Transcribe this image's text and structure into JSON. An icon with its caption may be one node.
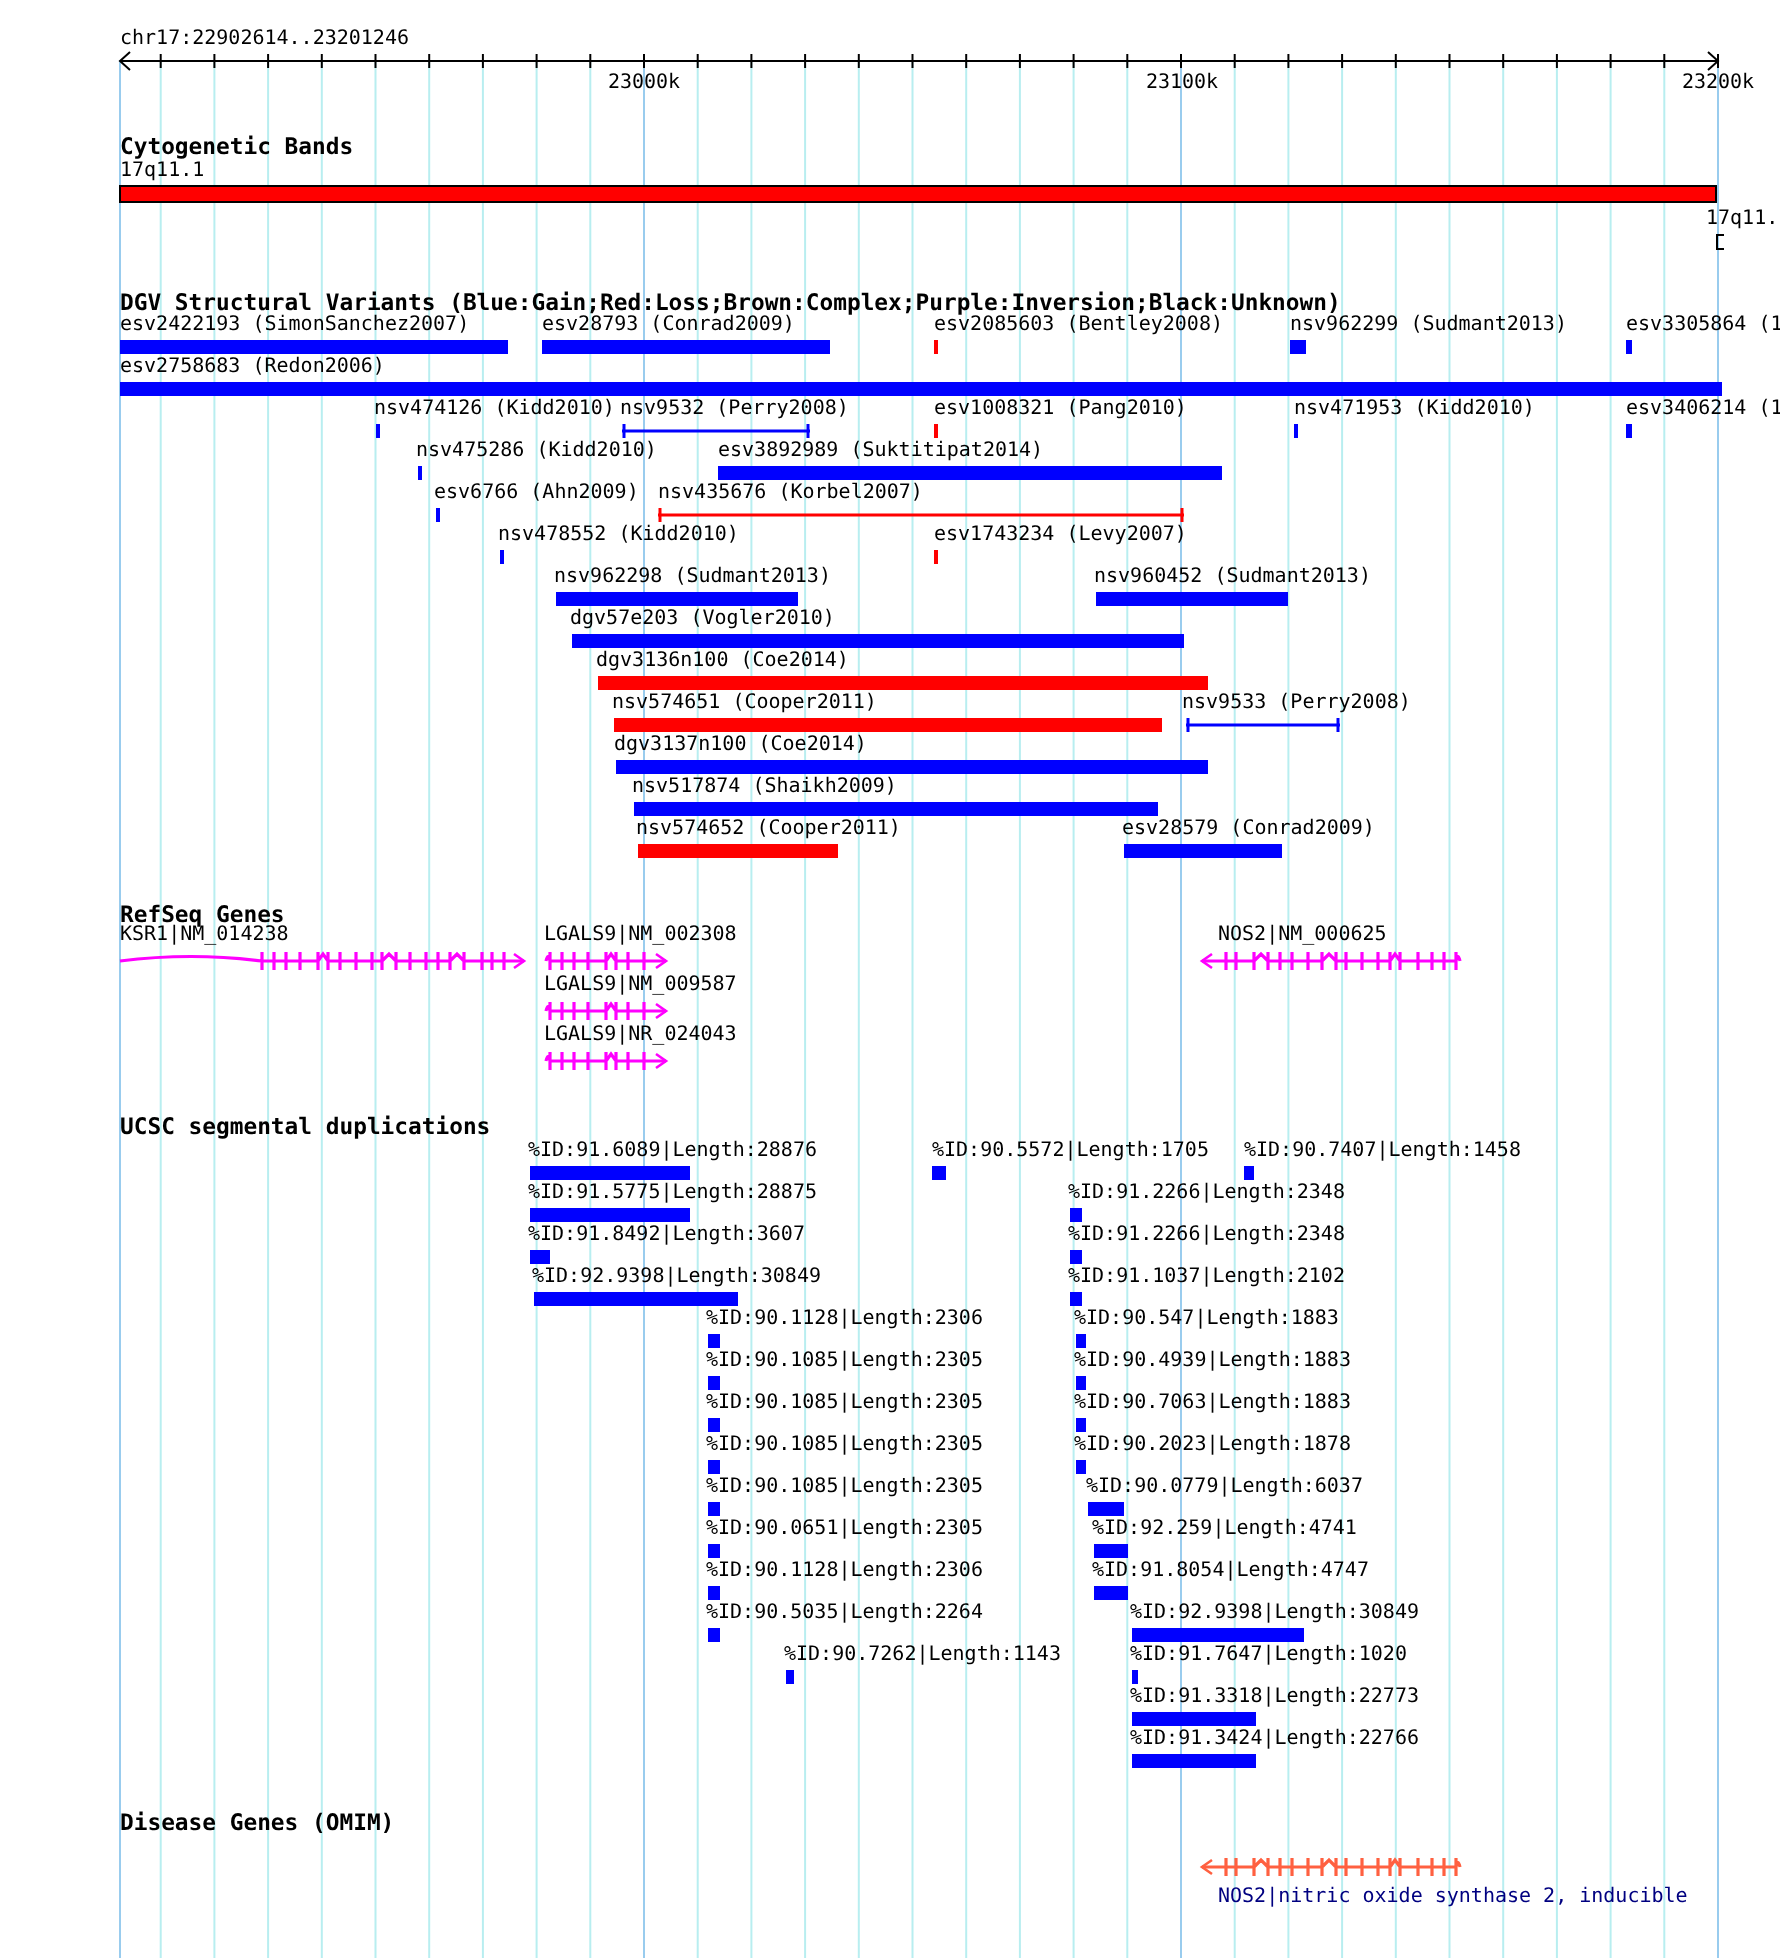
{
  "diagram": {
    "title": "chr17:22902614..23201246",
    "nodes": [
      {
        "text": [
          "17q11.1"
        ]
      },
      {
        "text": [
          "17q11."
        ]
      },
      {
        "text": [
          "esv2422193 (SimonSanchez2007)"
        ]
      },
      {
        "text": [
          "esv28793 (Conrad2009)"
        ]
      },
      {
        "text": [
          "esv2085603 (Bentley2008)"
        ]
      },
      {
        "text": [
          "nsv962299 (Sudmant2013)"
        ]
      },
      {
        "text": [
          "esv3305864 (1"
        ]
      },
      {
        "text": [
          "esv2758683 (Redon2006)"
        ]
      },
      {
        "text": [
          "nsv474126 (Kidd2010)"
        ]
      },
      {
        "text": [
          "nsv9532 (Perry2008)"
        ]
      },
      {
        "text": [
          "esv1008321 (Pang2010)"
        ]
      },
      {
        "text": [
          "nsv471953 (Kidd2010)"
        ]
      },
      {
        "text": [
          "esv3406214 (1"
        ]
      },
      {
        "text": [
          "nsv475286 (Kidd2010)"
        ]
      },
      {
        "text": [
          "esv3892989 (Suktitipat2014)"
        ]
      },
      {
        "text": [
          "esv6766 (Ahn2009)"
        ]
      },
      {
        "text": [
          "nsv435676 (Korbel2007)"
        ]
      },
      {
        "text": [
          "nsv478552 (Kidd2010)"
        ]
      },
      {
        "text": [
          "esv1743234 (Levy2007)"
        ]
      },
      {
        "text": [
          "nsv962298 (Sudmant2013)"
        ]
      },
      {
        "text": [
          "nsv960452 (Sudmant2013)"
        ]
      },
      {
        "text": [
          "dgv57e203 (Vogler2010)"
        ]
      },
      {
        "text": [
          "dgv3136n100 (Coe2014)"
        ]
      },
      {
        "text": [
          "nsv574651 (Cooper2011)"
        ]
      },
      {
        "text": [
          "nsv9533 (Perry2008)"
        ]
      },
      {
        "text": [
          "dgv3137n100 (Coe2014)"
        ]
      },
      {
        "text": [
          "nsv517874 (Shaikh2009)"
        ]
      },
      {
        "text": [
          "nsv574652 (Cooper2011)"
        ]
      },
      {
        "text": [
          "esv28579 (Conrad2009)"
        ]
      },
      {
        "text": [
          "KSR1|NM_014238"
        ]
      },
      {
        "text": [
          "LGALS9|NM_002308"
        ]
      },
      {
        "text": [
          "NOS2|NM_000625"
        ]
      },
      {
        "text": [
          "LGALS9|NM_009587"
        ]
      },
      {
        "text": [
          "LGALS9|NR_024043"
        ]
      },
      {
        "text": [
          "%ID:91.6089|Length:28876"
        ]
      },
      {
        "text": [
          "%ID:90.5572|Length:1705"
        ]
      },
      {
        "text": [
          "%ID:90.7407|Length:1458"
        ]
      },
      {
        "text": [
          "%ID:91.5775|Length:28875"
        ]
      },
      {
        "text": [
          "%ID:91.2266|Length:2348"
        ]
      },
      {
        "text": [
          "%ID:91.8492|Length:3607"
        ]
      },
      {
        "text": [
          "%ID:91.2266|Length:2348"
        ]
      },
      {
        "text": [
          "%ID:92.9398|Length:30849"
        ]
      },
      {
        "text": [
          "%ID:91.1037|Length:2102"
        ]
      },
      {
        "text": [
          "%ID:90.1128|Length:2306"
        ]
      },
      {
        "text": [
          "%ID:90.547|Length:1883"
        ]
      },
      {
        "text": [
          "%ID:90.1085|Length:2305"
        ]
      },
      {
        "text": [
          "%ID:90.4939|Length:1883"
        ]
      },
      {
        "text": [
          "%ID:90.1085|Length:2305"
        ]
      },
      {
        "text": [
          "%ID:90.7063|Length:1883"
        ]
      },
      {
        "text": [
          "%ID:90.1085|Length:2305"
        ]
      },
      {
        "text": [
          "%ID:90.2023|Length:1878"
        ]
      },
      {
        "text": [
          "%ID:90.1085|Length:2305"
        ]
      },
      {
        "text": [
          "%ID:90.0779|Length:6037"
        ]
      },
      {
        "text": [
          "%ID:90.0651|Length:2305"
        ]
      },
      {
        "text": [
          "%ID:92.259|Length:4741"
        ]
      },
      {
        "text": [
          "%ID:90.1128|Length:2306"
        ]
      },
      {
        "text": [
          "%ID:91.8054|Length:4747"
        ]
      },
      {
        "text": [
          "%ID:90.5035|Length:2264"
        ]
      },
      {
        "text": [
          "%ID:92.9398|Length:30849"
        ]
      },
      {
        "text": [
          "%ID:90.7262|Length:1143"
        ]
      },
      {
        "text": [
          "%ID:91.7647|Length:1020"
        ]
      },
      {
        "text": [
          "%ID:91.3318|Length:22773"
        ]
      },
      {
        "text": [
          "%ID:91.3424|Length:22766"
        ]
      },
      {
        "text": [
          "NOS2|nitric oxide synthase 2, inducible"
        ]
      }
    ],
    "labels": [
      "23000k",
      "23100k",
      "23200k",
      "Cytogenetic Bands",
      "DGV Structural Variants (Blue:Gain;Red:Loss;Brown:Complex;Purple:Inversion;Black:Unknown)",
      "RefSeq Genes",
      "UCSC segmental duplications",
      "Disease Genes (OMIM)"
    ]
  }
}
